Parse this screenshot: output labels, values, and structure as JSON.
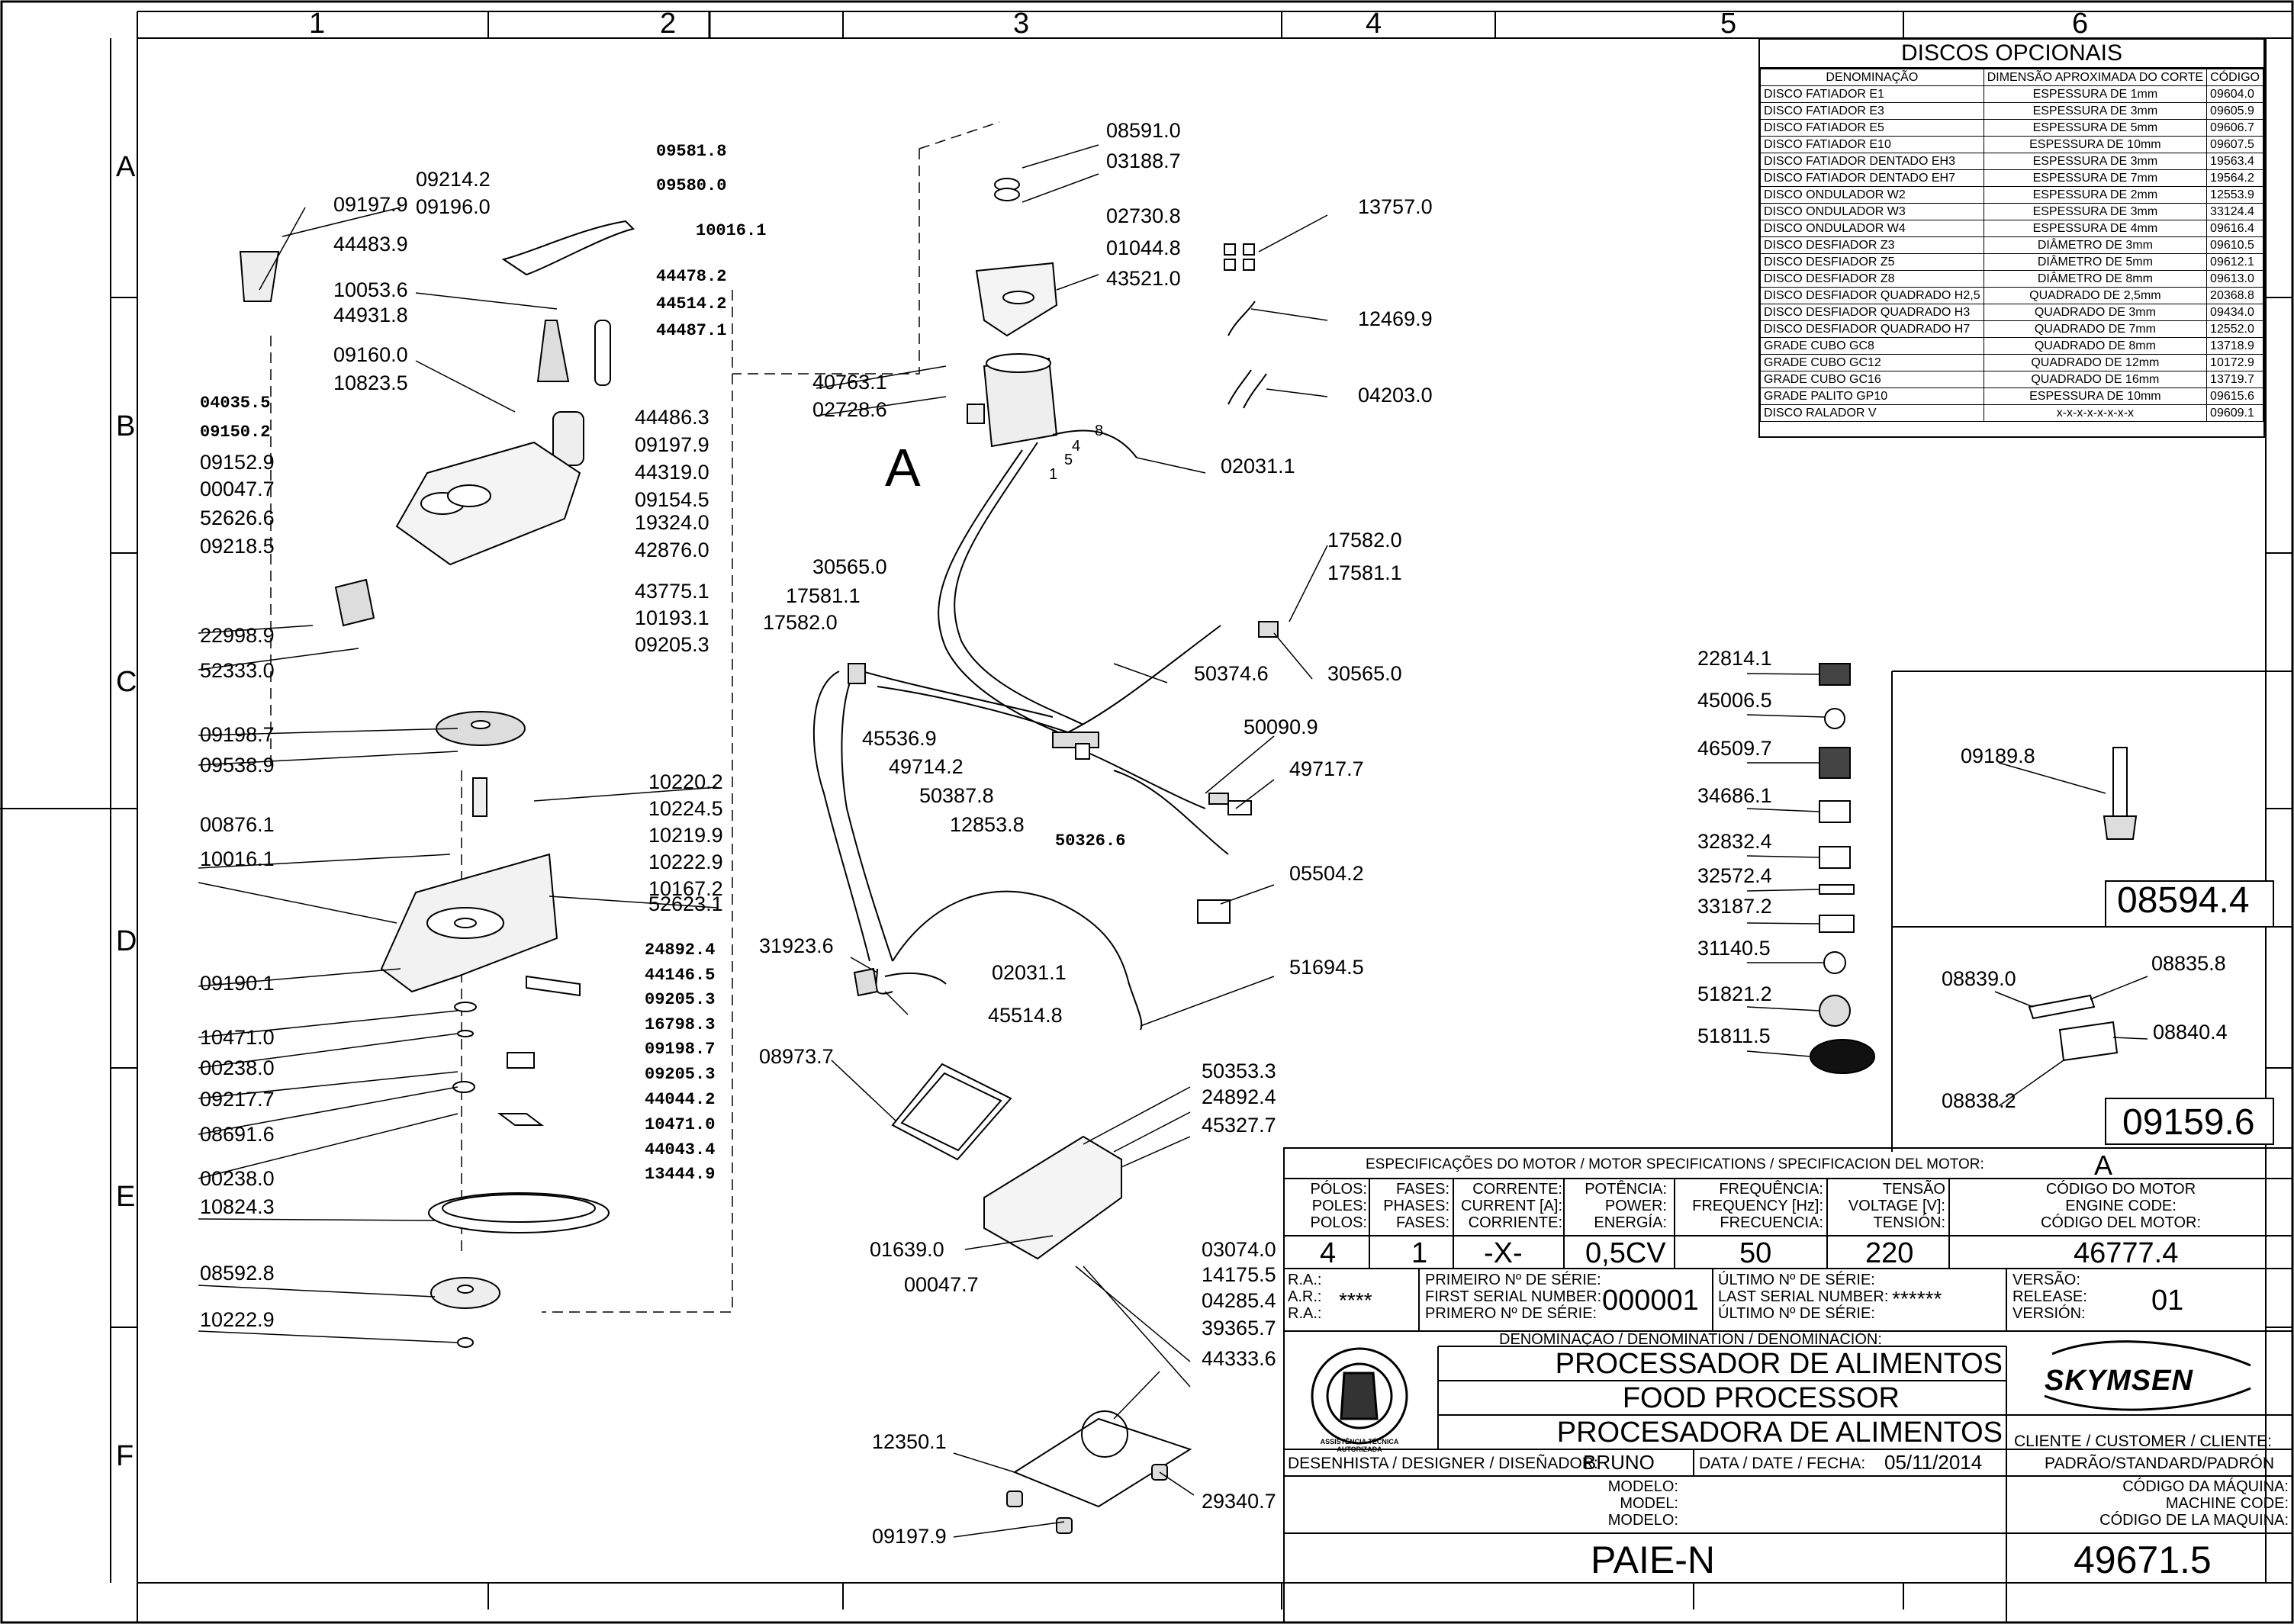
{
  "frame": {
    "columns": [
      "1",
      "2",
      "3",
      "4",
      "5",
      "6"
    ],
    "rows": [
      "A",
      "B",
      "C",
      "D",
      "E",
      "F"
    ]
  },
  "discos": {
    "title": "DISCOS OPCIONAIS",
    "headers": [
      "DENOMINAÇÃO",
      "DIMENSÃO APROXIMADA DO CORTE",
      "CÓDIGO"
    ],
    "rows": [
      [
        "DISCO FATIADOR E1",
        "ESPESSURA DE 1mm",
        "09604.0"
      ],
      [
        "DISCO FATIADOR E3",
        "ESPESSURA DE 3mm",
        "09605.9"
      ],
      [
        "DISCO FATIADOR E5",
        "ESPESSURA DE 5mm",
        "09606.7"
      ],
      [
        "DISCO FATIADOR E10",
        "ESPESSURA DE 10mm",
        "09607.5"
      ],
      [
        "DISCO FATIADOR DENTADO EH3",
        "ESPESSURA DE 3mm",
        "19563.4"
      ],
      [
        "DISCO FATIADOR DENTADO EH7",
        "ESPESSURA DE 7mm",
        "19564.2"
      ],
      [
        "DISCO ONDULADOR W2",
        "ESPESSURA DE 2mm",
        "12553.9"
      ],
      [
        "DISCO ONDULADOR W3",
        "ESPESSURA DE 3mm",
        "33124.4"
      ],
      [
        "DISCO ONDULADOR W4",
        "ESPESSURA DE 4mm",
        "09616.4"
      ],
      [
        "DISCO DESFIADOR Z3",
        "DIÂMETRO DE 3mm",
        "09610.5"
      ],
      [
        "DISCO DESFIADOR Z5",
        "DIÂMETRO DE 5mm",
        "09612.1"
      ],
      [
        "DISCO DESFIADOR Z8",
        "DIÂMETRO DE 8mm",
        "09613.0"
      ],
      [
        "DISCO DESFIADOR QUADRADO H2,5",
        "QUADRADO DE 2,5mm",
        "20368.8"
      ],
      [
        "DISCO DESFIADOR QUADRADO H3",
        "QUADRADO DE 3mm",
        "09434.0"
      ],
      [
        "DISCO DESFIADOR QUADRADO H7",
        "QUADRADO DE 7mm",
        "12552.0"
      ],
      [
        "GRADE CUBO GC8",
        "QUADRADO DE 8mm",
        "13718.9"
      ],
      [
        "GRADE CUBO GC12",
        "QUADRADO DE 12mm",
        "10172.9"
      ],
      [
        "GRADE CUBO GC16",
        "QUADRADO DE 16mm",
        "13719.7"
      ],
      [
        "GRADE PALITO GP10",
        "ESPESSURA DE 10mm",
        "09615.6"
      ],
      [
        "DISCO RALADOR V",
        "x-x-x-x-x-x-x-x",
        "09609.1"
      ]
    ]
  },
  "parts_left": [
    "09581.8",
    "09580.0",
    "10016.1",
    "44478.2",
    "44514.2",
    "44487.1",
    "09214.2",
    "09196.0",
    "09197.9",
    "44483.9",
    "10053.6",
    "44931.8",
    "09160.0",
    "10823.5",
    "44486.3",
    "09197.9",
    "44319.0",
    "09154.5",
    "04035.5",
    "09150.2",
    "09152.9",
    "00047.7",
    "52626.6",
    "09218.5",
    "19324.0",
    "42876.0",
    "43775.1",
    "10193.1",
    "09205.3",
    "22998.9",
    "52333.0",
    "09198.7",
    "09538.9",
    "10220.2",
    "10224.5",
    "10219.9",
    "10222.9",
    "10167.2",
    "52623.1",
    "00876.1",
    "10016.1",
    "09190.1",
    "24892.4",
    "44146.5",
    "09205.3",
    "16798.3",
    "09198.7",
    "09205.3",
    "44044.2",
    "10471.0",
    "44043.4",
    "13444.9",
    "10471.0",
    "00238.0",
    "09217.7",
    "08691.6",
    "00238.0",
    "10824.3",
    "08592.8",
    "10222.9"
  ],
  "parts_center": [
    "08591.0",
    "03188.7",
    "02730.8",
    "01044.8",
    "43521.0",
    "40763.1",
    "02728.6",
    "A",
    "02031.1",
    "30565.0",
    "17581.1",
    "17582.0",
    "45536.9",
    "49714.2",
    "50387.8",
    "12853.8",
    "50374.6",
    "17582.0",
    "17581.1",
    "30565.0",
    "50090.9",
    "49717.7",
    "50326.6",
    "05504.2",
    "31923.6",
    "02031.1",
    "45514.8",
    "51694.5",
    "08973.7",
    "50353.3",
    "24892.4",
    "45327.7",
    "01639.0",
    "00047.7",
    "03074.0",
    "14175.5",
    "04285.4",
    "39365.7",
    "44333.6",
    "12350.1",
    "09197.9",
    "29340.7",
    "13757.0",
    "12469.9",
    "04203.0",
    "8",
    "4",
    "5",
    "1"
  ],
  "parts_right": [
    "22814.1",
    "45006.5",
    "46509.7",
    "34686.1",
    "32832.4",
    "32572.4",
    "33187.2",
    "31140.5",
    "51821.2",
    "51811.5",
    "09189.8",
    "08594.4",
    "08839.0",
    "08835.8",
    "08840.4",
    "08838.2",
    "09159.6"
  ],
  "motor_spec": {
    "title": "ESPECIFICAÇÕES DO MOTOR / MOTOR SPECIFICATIONS / SPECIFICACION DEL MOTOR:",
    "motor_id": "A",
    "h_polos": "PÓLOS:\nPOLES:\nPOLOS:",
    "h_fases": "FASES:\nPHASES:\nFASES:",
    "h_corrente": "CORRENTE:\nCURRENT [A]:\nCORRIENTE:",
    "h_potencia": "POTÊNCIA:\nPOWER:\nENERGÍA:",
    "h_freq": "FREQUÊNCIA:\nFREQUENCY [Hz]:\nFRECUENCIA:",
    "h_tensao": "TENSÃO\nVOLTAGE [V]:\nTENSIÓN:",
    "h_codigo": "CÓDIGO DO MOTOR\nENGINE CODE:\nCÓDIGO DEL MOTOR:",
    "polos": "4",
    "fases": "1",
    "corrente": "-X-",
    "potencia": "0,5CV",
    "freq": "50",
    "tensao": "220",
    "codigo": "46777.4"
  },
  "title_block": {
    "ra_labels": "R.A.:\nA.R.:\nR.A.:",
    "ra_value": "****",
    "first_serial_labels": "PRIMEIRO Nº DE SÉRIE:\nFIRST SERIAL NUMBER:\nPRIMERO Nº DE SÉRIE:",
    "first_serial": "000001",
    "last_serial_labels": "ÚLTIMO Nº DE SÉRIE:\nLAST SERIAL NUMBER:\nÚLTIMO Nº DE SÉRIE:",
    "last_serial": "******",
    "versao_labels": "VERSÃO:\nRELEASE:\nVERSIÓN:",
    "versao": "01",
    "denominacao_label": "DENOMINAÇÃO / DENOMINATION / DENOMINACIÓN:",
    "name_pt": "PROCESSADOR DE ALIMENTOS",
    "name_en": "FOOD PROCESSOR",
    "name_es": "PROCESADORA DE ALIMENTOS",
    "logo": "SKYMSEN",
    "seal_text": "ASSISTÊNCIA TÉCNICA AUTORIZADA",
    "cliente_label": "CLIENTE / CUSTOMER / CLIENTE:",
    "cliente": "PADRÃO/STANDARD/PADRÓN",
    "designer_label": "DESENHISTA / DESIGNER / DISEÑADOR:",
    "designer": "BRUNO",
    "date_label": "DATA / DATE / FECHA:",
    "date": "05/11/2014",
    "modelo_labels": "MODELO:\nMODEL:\nMODELO:",
    "modelo": "PAIE-N",
    "machine_code_labels": "CÓDIGO DA MÁQUINA:\nMACHINE CODE:\nCÓDIGO DE LA MAQUINA:",
    "machine_code": "49671.5"
  }
}
